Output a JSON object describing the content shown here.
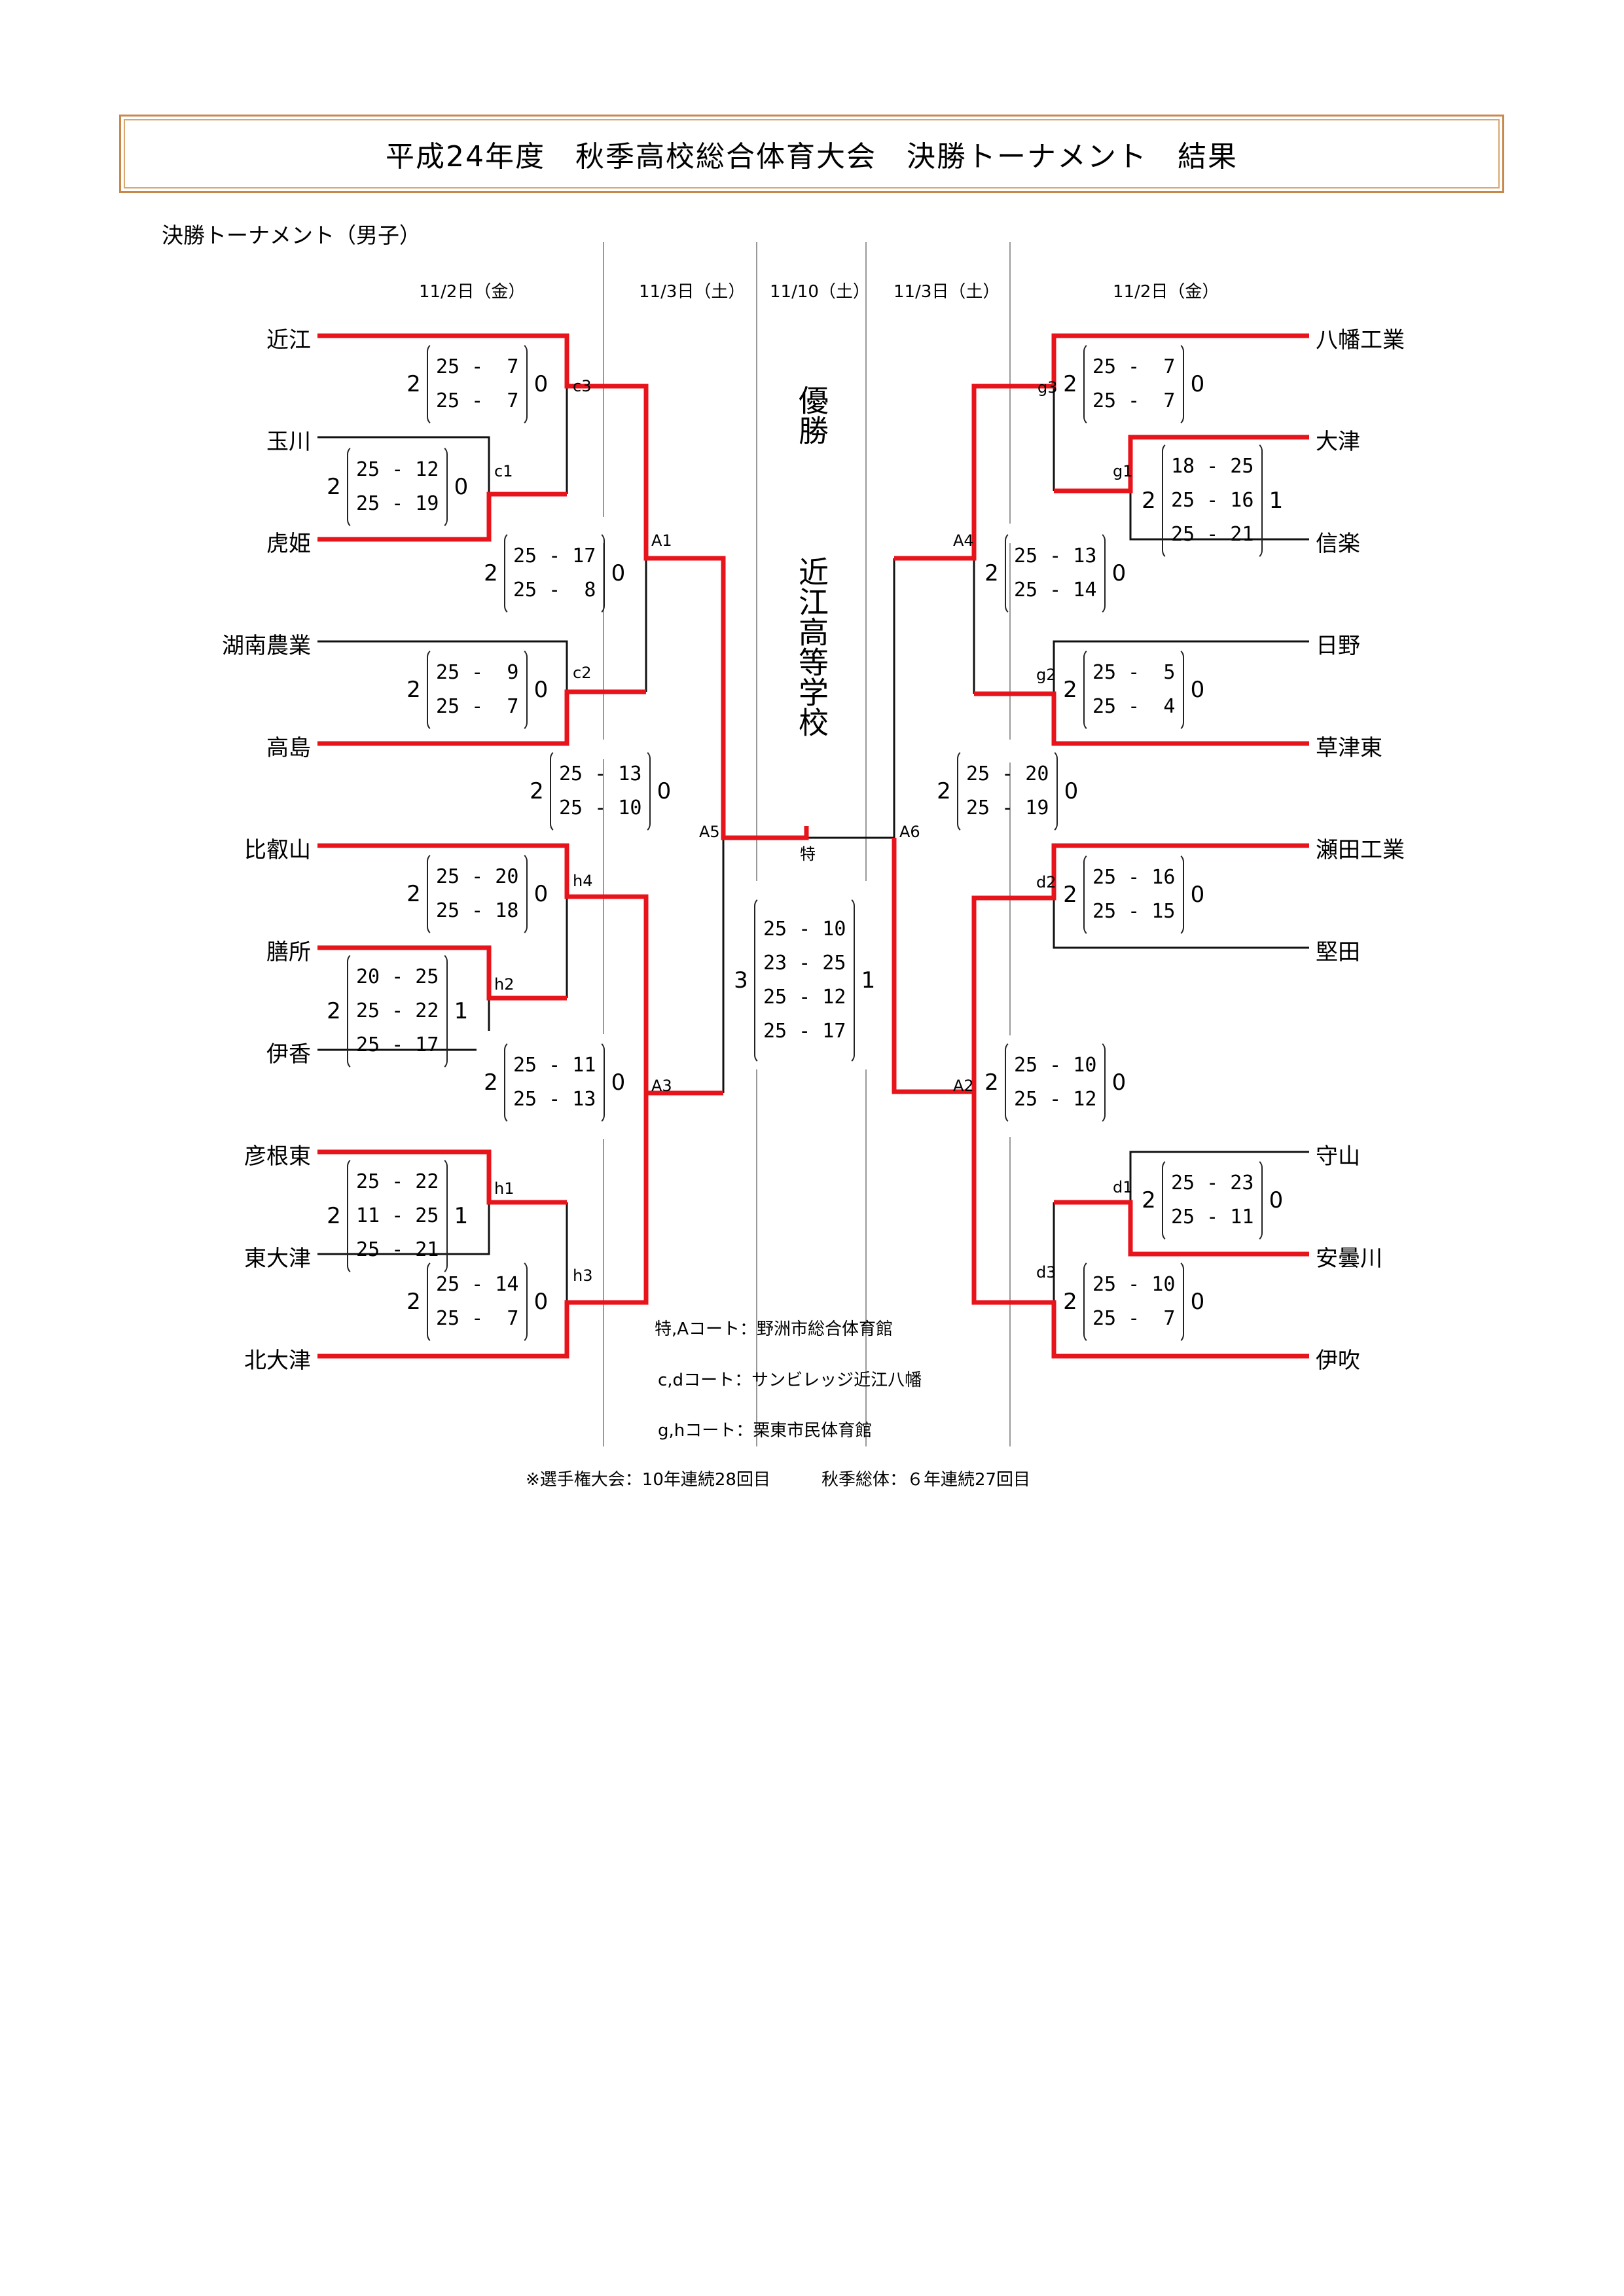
{
  "title": "平成24年度　秋季高校総合体育大会　決勝トーナメント　結果",
  "subtitle": "決勝トーナメント（男子）",
  "dates": {
    "left_r1": "11/2日（金）",
    "left_r2": "11/3日（土）",
    "final": "11/10（土）",
    "right_r2": "11/3日（土）",
    "right_r1": "11/2日（金）"
  },
  "champion": {
    "label": "優勝",
    "school": "近江高等学校"
  },
  "teams_left": [
    "近江",
    "玉川",
    "虎姫",
    "湖南農業",
    "高島",
    "比叡山",
    "膳所",
    "伊香",
    "彦根東",
    "東大津",
    "北大津"
  ],
  "teams_right": [
    "八幡工業",
    "大津",
    "信楽",
    "日野",
    "草津東",
    "瀬田工業",
    "堅田",
    "守山",
    "安曇川",
    "伊吹"
  ],
  "match_codes": {
    "c1": "c1",
    "c2": "c2",
    "c3": "c3",
    "h1": "h1",
    "h2": "h2",
    "h3": "h3",
    "h4": "h4",
    "g1": "g1",
    "g2": "g2",
    "g3": "g3",
    "d1": "d1",
    "d2": "d2",
    "d3": "d3",
    "A1": "A1",
    "A2": "A2",
    "A3": "A3",
    "A4": "A4",
    "A5": "A5",
    "A6": "A6",
    "final": "特"
  },
  "matches": {
    "c3": {
      "winner_sets": "2",
      "loser_sets": "0",
      "sets": [
        "25 -  7",
        "25 -  7"
      ]
    },
    "c1": {
      "winner_sets": "2",
      "loser_sets": "0",
      "sets": [
        "25 - 12",
        "25 - 19"
      ]
    },
    "A1": {
      "winner_sets": "2",
      "loser_sets": "0",
      "sets": [
        "25 - 17",
        "25 -  8"
      ]
    },
    "c2": {
      "winner_sets": "2",
      "loser_sets": "0",
      "sets": [
        "25 -  9",
        "25 -  7"
      ]
    },
    "A5": {
      "winner_sets": "2",
      "loser_sets": "0",
      "sets": [
        "25 - 13",
        "25 - 10"
      ]
    },
    "h4": {
      "winner_sets": "2",
      "loser_sets": "0",
      "sets": [
        "25 - 20",
        "25 - 18"
      ]
    },
    "h2": {
      "winner_sets": "2",
      "loser_sets": "1",
      "sets": [
        "20 - 25",
        "25 - 22",
        "25 - 17"
      ]
    },
    "A3": {
      "winner_sets": "2",
      "loser_sets": "0",
      "sets": [
        "25 - 11",
        "25 - 13"
      ]
    },
    "h1": {
      "winner_sets": "2",
      "loser_sets": "1",
      "sets": [
        "25 - 22",
        "11 - 25",
        "25 - 21"
      ]
    },
    "h3": {
      "winner_sets": "2",
      "loser_sets": "0",
      "sets": [
        "25 - 14",
        "25 -  7"
      ]
    },
    "final": {
      "winner_sets": "3",
      "loser_sets": "1",
      "sets": [
        "25 - 10",
        "23 - 25",
        "25 - 12",
        "25 - 17"
      ]
    },
    "g3": {
      "winner_sets": "2",
      "loser_sets": "0",
      "sets": [
        "25 -  7",
        "25 -  7"
      ]
    },
    "g1": {
      "winner_sets": "2",
      "loser_sets": "1",
      "sets": [
        "18 - 25",
        "25 - 16",
        "25 - 21"
      ]
    },
    "A4": {
      "winner_sets": "2",
      "loser_sets": "0",
      "sets": [
        "25 - 13",
        "25 - 14"
      ]
    },
    "g2": {
      "winner_sets": "2",
      "loser_sets": "0",
      "sets": [
        "25 -  5",
        "25 -  4"
      ]
    },
    "A6": {
      "winner_sets": "2",
      "loser_sets": "0",
      "sets": [
        "25 - 20",
        "25 - 19"
      ]
    },
    "d2": {
      "winner_sets": "2",
      "loser_sets": "0",
      "sets": [
        "25 - 16",
        "25 - 15"
      ]
    },
    "A2": {
      "winner_sets": "2",
      "loser_sets": "0",
      "sets": [
        "25 - 10",
        "25 - 12"
      ]
    },
    "d1": {
      "winner_sets": "2",
      "loser_sets": "0",
      "sets": [
        "25 - 23",
        "25 - 11"
      ]
    },
    "d3": {
      "winner_sets": "2",
      "loser_sets": "0",
      "sets": [
        "25 - 10",
        "25 -  7"
      ]
    }
  },
  "venues": [
    "特,Aコート：野洲市総合体育館",
    "c,dコート：サンビレッジ近江八幡",
    "g,hコート：栗東市民体育館"
  ],
  "footnote": "※選手権大会：10年連続28回目　　　秋季総体：６年連続27回目",
  "colors": {
    "winner_line": "#e8141c",
    "loser_line": "#111111",
    "divider": "#999999",
    "title_border": "#c8884a"
  }
}
